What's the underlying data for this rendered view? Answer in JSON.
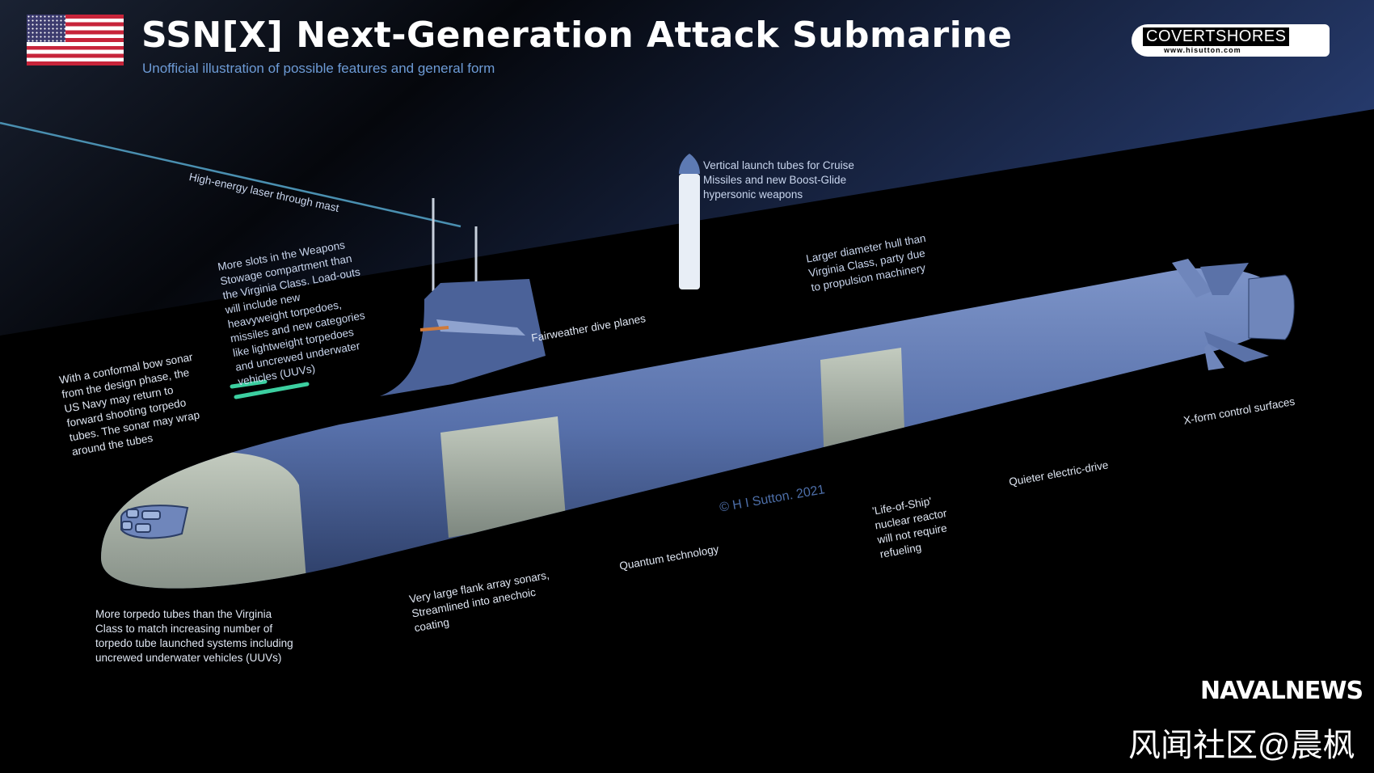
{
  "header": {
    "title": "SSN[X] Next-Generation Attack Submarine",
    "subtitle": "Unofficial illustration of possible features and general form",
    "flag_icon": "us-flag-icon"
  },
  "logo": {
    "name": "COVERTSHORES",
    "url": "www.hisutton.com"
  },
  "annotations": {
    "laser": "High-energy laser through mast",
    "weapons": "More slots in the Weapons\nStowage compartment than\nthe Virginia Class. Load-outs\nwill include new\nheavyweight torpedoes,\nmissiles and new categories\nlike lightweight torpedoes\nand uncrewed underwater\nvehicles (UUVs)",
    "bow_sonar": "With a conformal bow sonar\nfrom the design phase, the\nUS Navy may return to\nforward shooting torpedo\ntubes. The sonar may wrap\naround the tubes",
    "vls": "Vertical launch tubes for Cruise\nMissiles and new Boost-Glide\nhypersonic weapons",
    "hull": "Larger diameter hull than\nVirginia Class, party due\nto propulsion machinery",
    "dive_planes": "Fairweather dive planes",
    "xform": "X-form control surfaces",
    "electric": "Quieter electric-drive",
    "reactor": "'Life-of-Ship'\nnuclear reactor\nwill not require\nrefueling",
    "quantum": "Quantum technology",
    "flank": "Very large flank array sonars,\nStreamlined into anechoic\ncoating",
    "torpedo_tubes": "More torpedo tubes than the Virginia\nClass to match increasing number of\ntorpedo tube launched systems including\nuncrewed underwater vehicles (UUVs)"
  },
  "copyright": "© H I Sutton. 2021",
  "navalnews": "NAVALNEWS",
  "watermark": "风闻社区@晨枫",
  "colors": {
    "sky": "#1e2f55",
    "hull": "#5f77b0",
    "band": "#a9b3a8",
    "laser": "#4a8fb0",
    "uuv": "#3ccfa0"
  }
}
